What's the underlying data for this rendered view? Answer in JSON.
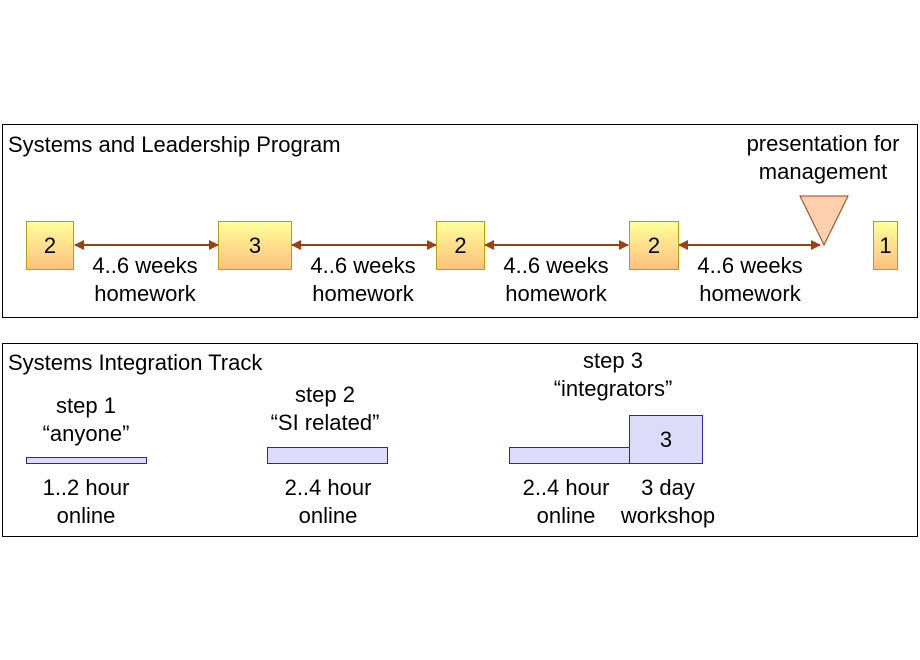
{
  "leadership": {
    "title": "Systems and Leadership Program",
    "presentation_label": [
      "presentation for",
      "management"
    ],
    "sessions": [
      "2",
      "3",
      "2",
      "2",
      "1"
    ],
    "gap_labels": [
      [
        "4..6 weeks",
        "homework"
      ],
      [
        "4..6 weeks",
        "homework"
      ],
      [
        "4..6 weeks",
        "homework"
      ],
      [
        "4..6 weeks",
        "homework"
      ]
    ]
  },
  "integration": {
    "title": "Systems Integration Track",
    "step1": {
      "heading": [
        "step 1",
        "“anyone”"
      ],
      "caption": [
        "1..2 hour",
        "online"
      ]
    },
    "step2": {
      "heading": [
        "step 2",
        "“SI related”"
      ],
      "caption": [
        "2..4 hour",
        "online"
      ]
    },
    "step3": {
      "heading": [
        "step 3",
        "“integrators”"
      ],
      "box_label": "3",
      "online_caption": [
        "2..4 hour",
        "online"
      ],
      "workshop_caption": [
        "3 day",
        "workshop"
      ]
    }
  },
  "colors": {
    "arrow": "#a0410c",
    "box_fill_top": "#ffff99",
    "box_fill_bottom": "#ffc080",
    "triangle_fill": "#ffd0b0",
    "bar_fill": "#dcdcfa",
    "bar_border": "#2a2aa0"
  }
}
